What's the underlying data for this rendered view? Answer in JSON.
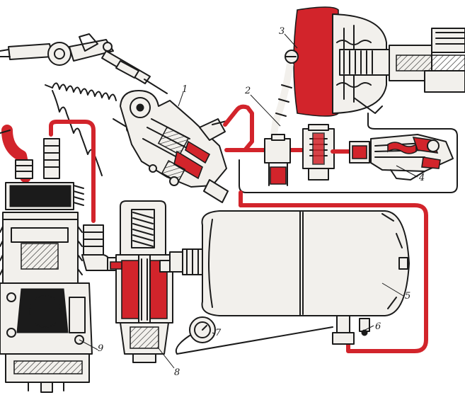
{
  "callouts": [
    {
      "id": "1",
      "text": "1"
    },
    {
      "id": "2",
      "text": "2"
    },
    {
      "id": "3",
      "text": "3"
    },
    {
      "id": "4",
      "text": "4"
    },
    {
      "id": "5",
      "text": "5"
    },
    {
      "id": "6",
      "text": "6"
    },
    {
      "id": "7",
      "text": "7"
    },
    {
      "id": "8",
      "text": "8"
    },
    {
      "id": "9",
      "text": "9"
    }
  ],
  "colors": {
    "ink": "#1b1b1b",
    "air": "#d2242b",
    "metal": "#f2f0ec"
  }
}
